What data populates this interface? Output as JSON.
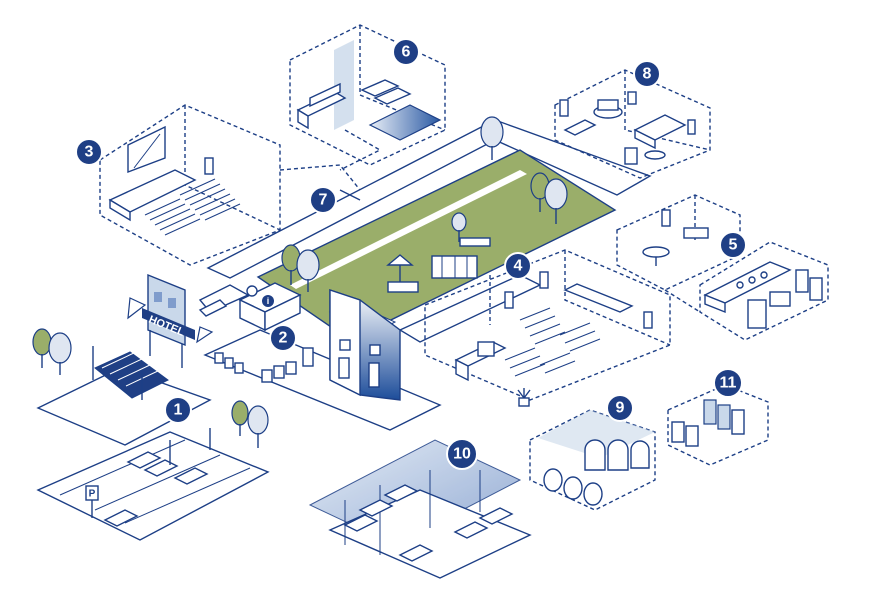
{
  "hotel_sign": "HOTEL",
  "parking_sign": "P",
  "info_sign": "i",
  "badges": [
    "1",
    "2",
    "3",
    "4",
    "5",
    "6",
    "7",
    "8",
    "9",
    "10",
    "11"
  ],
  "colors": {
    "navy": "#1d3f86",
    "badge": "#1f3f85",
    "lawn": "#9aae6a",
    "light_blue": "#c9d8ea",
    "tree": "#dfe6f1",
    "white": "#ffffff"
  }
}
